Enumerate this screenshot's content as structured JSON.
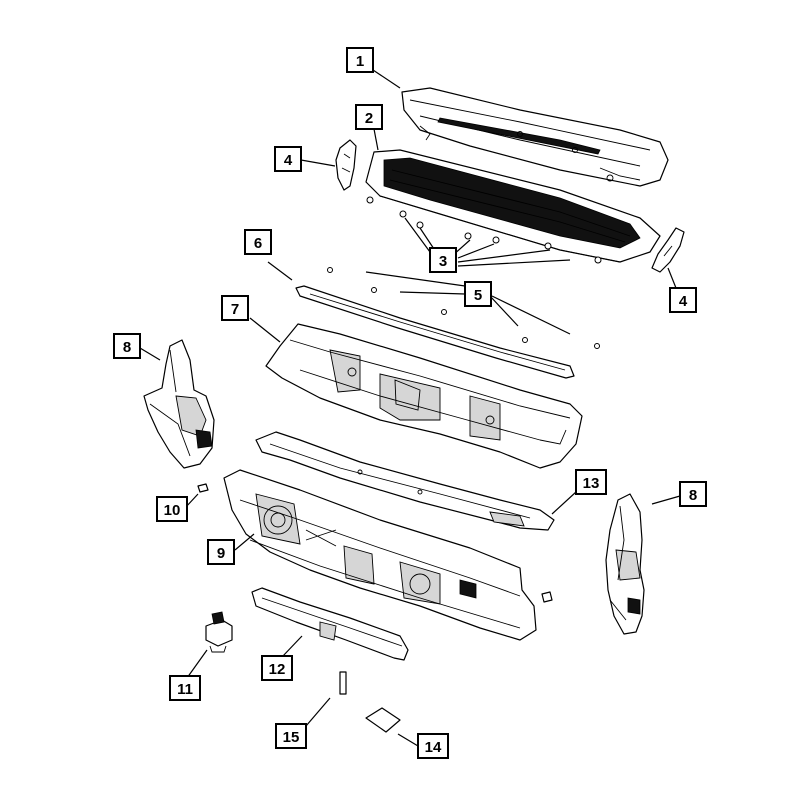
{
  "colors": {
    "line": "#000000",
    "background": "#ffffff",
    "shade": "#d6d6d6"
  },
  "callouts": {
    "c1": "1",
    "c2": "2",
    "c3": "3",
    "c4a": "4",
    "c4b": "4",
    "c5": "5",
    "c6": "6",
    "c7": "7",
    "c8a": "8",
    "c8b": "8",
    "c9": "9",
    "c10": "10",
    "c11": "11",
    "c12": "12",
    "c13": "13",
    "c14": "14",
    "c15": "15"
  }
}
